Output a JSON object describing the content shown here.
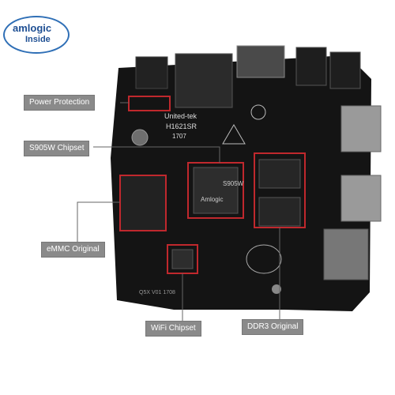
{
  "logo": {
    "line1": "amlogic",
    "line2": "Inside"
  },
  "callouts": {
    "power": "Power Protection",
    "chipset": "S905W Chipset",
    "emmc": "eMMC Original",
    "wifi": "WiFi Chipset",
    "ddr3": "DDR3 Original"
  },
  "board_text": {
    "chip_brand": "United-tek",
    "chip_code": "H1621SR",
    "chip_date": "1707",
    "soc_brand": "Amlogic",
    "soc_model": "S905W",
    "version": "Q5X V01 1708"
  },
  "colors": {
    "pcb": "#141414",
    "highlight": "#c0282d",
    "label_bg": "#8a8a8a",
    "logo": "#2f6fb6"
  }
}
